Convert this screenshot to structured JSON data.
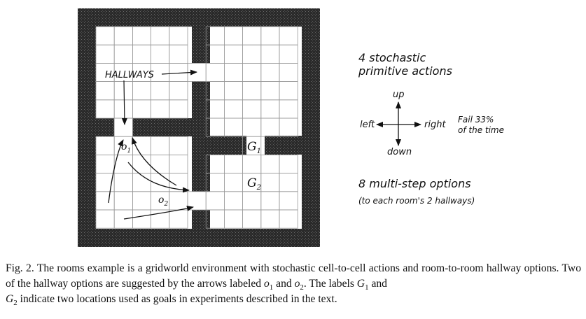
{
  "diagram": {
    "hallways_label": "HALLWAYS",
    "option_labels": [
      {
        "letter": "o",
        "index": "1"
      },
      {
        "letter": "o",
        "index": "2"
      }
    ],
    "goal_labels": [
      {
        "letter": "G",
        "index": "1"
      },
      {
        "letter": "G",
        "index": "2"
      }
    ],
    "primitive_heading_line1": "4 stochastic",
    "primitive_heading_line2": "primitive actions",
    "directions": {
      "up": "up",
      "down": "down",
      "left": "left",
      "right": "right"
    },
    "fail_line1": "Fail 33%",
    "fail_line2": "of the time",
    "options_heading": "8 multi-step options",
    "options_sub": "(to each room's 2 hallways)"
  },
  "caption": {
    "prefix": "Fig. 2.",
    "part1": " The rooms example is a gridworld environment with stochastic cell-to-cell actions and room-to-room hallway options. Two of the hallway options are suggested by the arrows labeled ",
    "o_letter": "o",
    "o1_index": "1",
    "and1": " and ",
    "o2_index": "2",
    "part2": ". The labels ",
    "g_letter": "G",
    "g1_index": "1",
    "and2": " and ",
    "g2_index": "2",
    "part3": " indicate two locations used as goals in experiments described in the text."
  }
}
